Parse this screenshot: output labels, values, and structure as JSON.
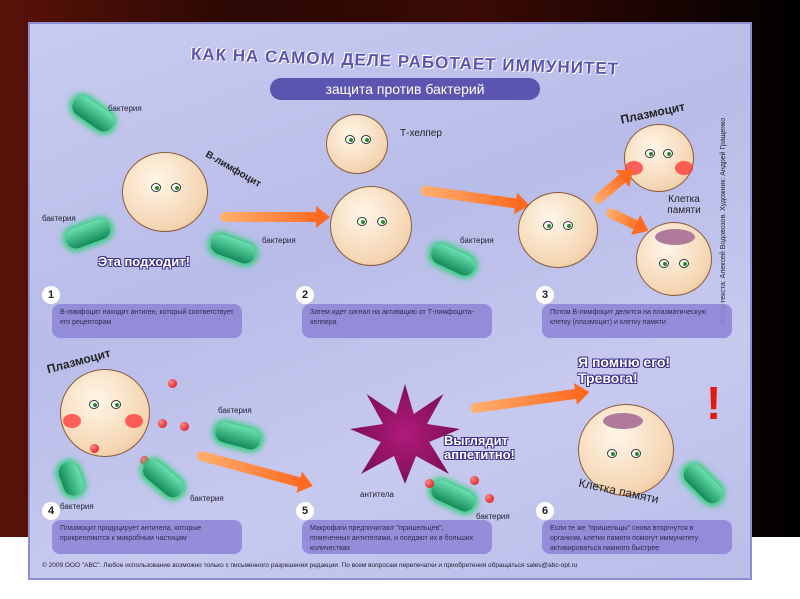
{
  "title": "КАК НА САМОМ ДЕЛЕ РАБОТАЕТ ИММУНИТЕТ",
  "subtitle": "защита против бактерий",
  "labels": {
    "bacteria": "бактерия",
    "b_lymphocyte": "В-лимфоцит",
    "t_helper": "Т-хелпер",
    "plasmocyte": "Плазмоцит",
    "memory_cell": "Клетка памяти",
    "antibodies": "антитела"
  },
  "exclamations": {
    "fits": "Эта подходит!",
    "tasty": "Выглядит аппетитно!",
    "remember": "Я помню его! Тревога!"
  },
  "steps": [
    {
      "num": "1",
      "text": "В-лимфоцит находит антиген, который соответствует его рецепторам"
    },
    {
      "num": "2",
      "text": "Затем идет сигнал на активацию от Т-лимфоцита-хелпера"
    },
    {
      "num": "3",
      "text": "Потом В-лимфоцит делится на плазматическую клетку (плазмоцит) и клетку памяти"
    },
    {
      "num": "4",
      "text": "Плазмоцит продуцирует антитела, которые прикрепляются к микробным частицам"
    },
    {
      "num": "5",
      "text": "Макрофаги предпочитают \"пришельцев\", помеченных антителами, и поедают их в больших количествах"
    },
    {
      "num": "6",
      "text": "Если те же \"пришельцы\" снова вторгнутся в организм, клетки памяти помогут иммунитету активироваться намного быстрее"
    }
  ],
  "credit": "Автор текста: Алексей Водовозов. Художник: Андрей Гращенко",
  "footer": "© 2009 ООО \"АВС\". Любое использование возможно только с письменного разрешения редакции. По всем вопросам перепечатки и приобретения обращаться sales@abc-opt.ru"
}
